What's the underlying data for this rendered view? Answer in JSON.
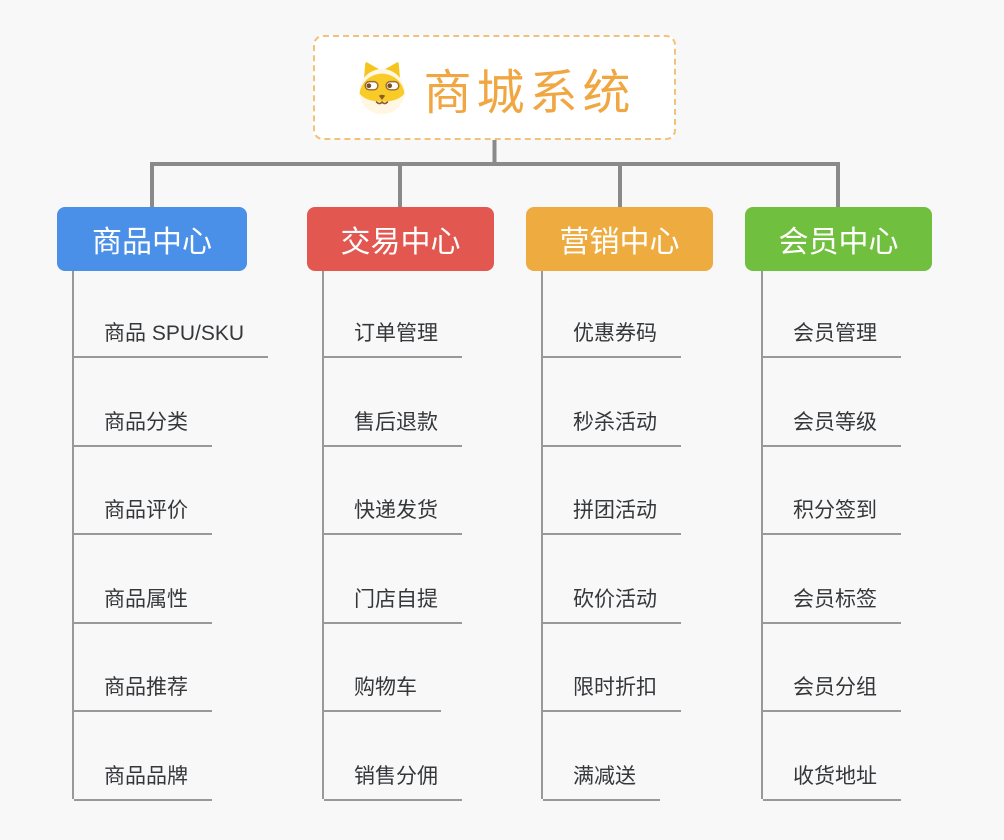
{
  "root": {
    "title": "商城系统",
    "icon": "shiba-dog-icon",
    "title_color": "#f0a742",
    "border_color": "#f2c279",
    "background": "#ffffff"
  },
  "branches": [
    {
      "label": "商品中心",
      "color": "#4a90e8",
      "items": [
        "商品 SPU/SKU",
        "商品分类",
        "商品评价",
        "商品属性",
        "商品推荐",
        "商品品牌"
      ]
    },
    {
      "label": "交易中心",
      "color": "#e25750",
      "items": [
        "订单管理",
        "售后退款",
        "快递发货",
        "门店自提",
        "购物车",
        "销售分佣"
      ]
    },
    {
      "label": "营销中心",
      "color": "#eeac40",
      "items": [
        "优惠券码",
        "秒杀活动",
        "拼团活动",
        "砍价活动",
        "限时折扣",
        "满减送"
      ]
    },
    {
      "label": "会员中心",
      "color": "#71bf3e",
      "items": [
        "会员管理",
        "会员等级",
        "积分签到",
        "会员标签",
        "会员分组",
        "收货地址"
      ]
    }
  ],
  "style": {
    "canvas_background": "#f8f8f8",
    "connector_color": "#8a8a8a",
    "spine_color": "#999999",
    "item_text_color": "#35373a"
  }
}
